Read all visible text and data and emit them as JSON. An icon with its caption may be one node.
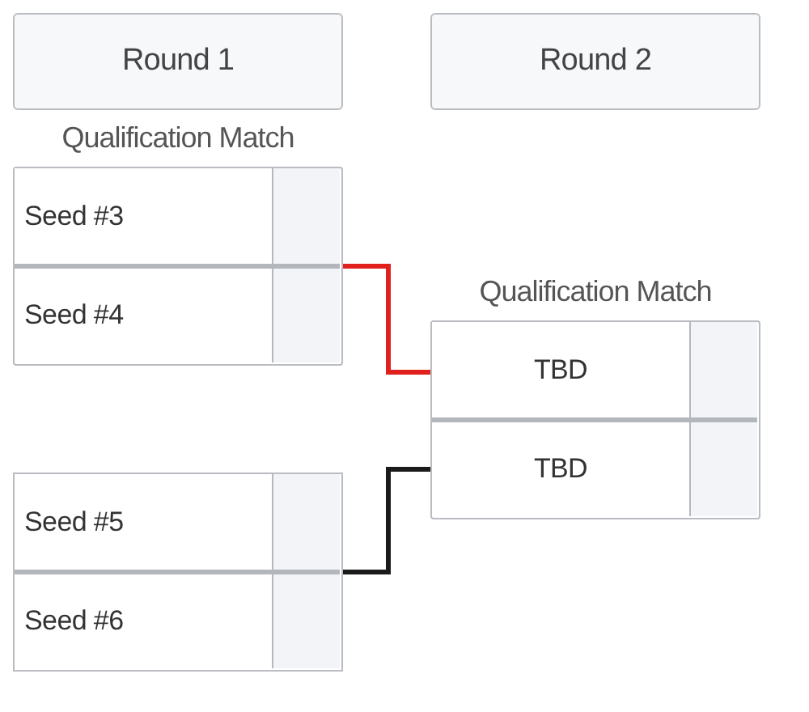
{
  "diagram": {
    "nodes": [
      {
        "text": [
          "Round 1"
        ]
      },
      {
        "text": [
          "Round 2"
        ]
      },
      {
        "text": [
          "Qualification Match"
        ]
      },
      {
        "text": [
          "Seed #3"
        ],
        "in": 2
      },
      {
        "text": [],
        "shape": "box",
        "in": 3
      },
      {
        "text": [
          "Seed #4"
        ],
        "in": 2
      },
      {
        "text": [],
        "shape": "box",
        "in": 5
      },
      {
        "text": [
          "Qualification Match"
        ]
      },
      {
        "text": [
          "TBD"
        ],
        "in": 7
      },
      {
        "text": [],
        "shape": "box",
        "in": 8
      },
      {
        "text": [
          "TBD"
        ],
        "in": 7
      },
      {
        "text": [],
        "shape": "box",
        "in": 10
      },
      {
        "text": [],
        "shape": "box"
      },
      {
        "text": [
          "Seed #5"
        ],
        "in": 12
      },
      {
        "text": [],
        "shape": "box",
        "in": 13
      },
      {
        "text": [
          "Seed #6"
        ],
        "in": 12
      },
      {
        "text": [],
        "shape": "box",
        "in": 15
      }
    ],
    "edges": [
      {
        "from": 2,
        "to": 8,
        "arrow": "none",
        "color": "#e0201c"
      },
      {
        "from": 12,
        "to": 10,
        "arrow": "none",
        "color": "#1a1a1a"
      }
    ]
  }
}
